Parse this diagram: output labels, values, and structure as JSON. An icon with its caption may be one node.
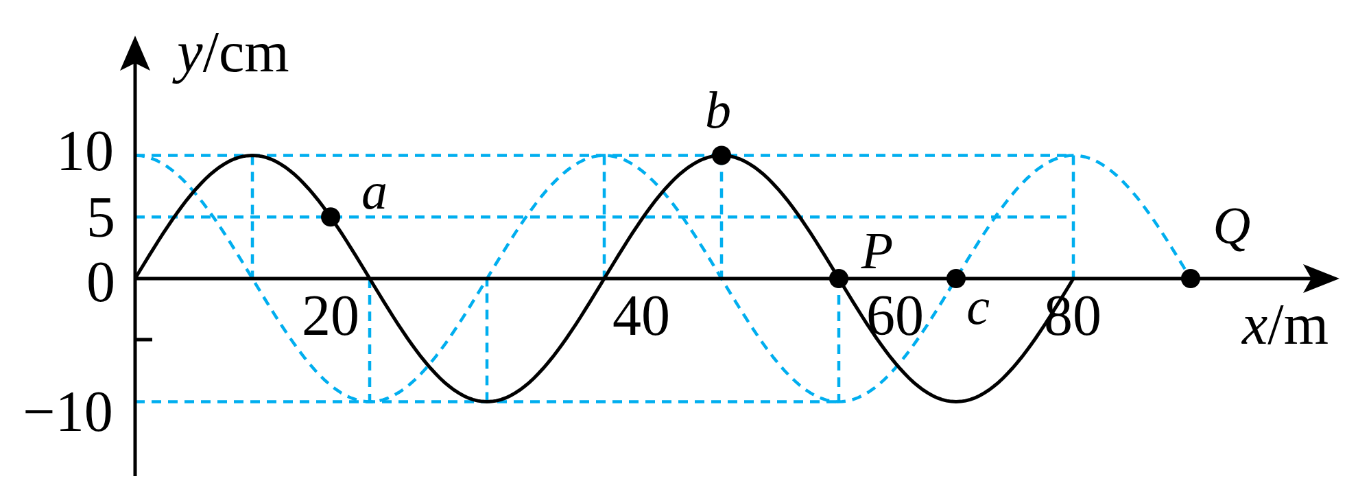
{
  "diagram": {
    "labels": [
      "*y*/cm",
      "10",
      "5",
      "0",
      "−10",
      "*a*",
      "*b*",
      "20",
      "40",
      "*P*",
      "60",
      "*c*",
      "80",
      "*Q*",
      "*x*/m"
    ]
  }
}
